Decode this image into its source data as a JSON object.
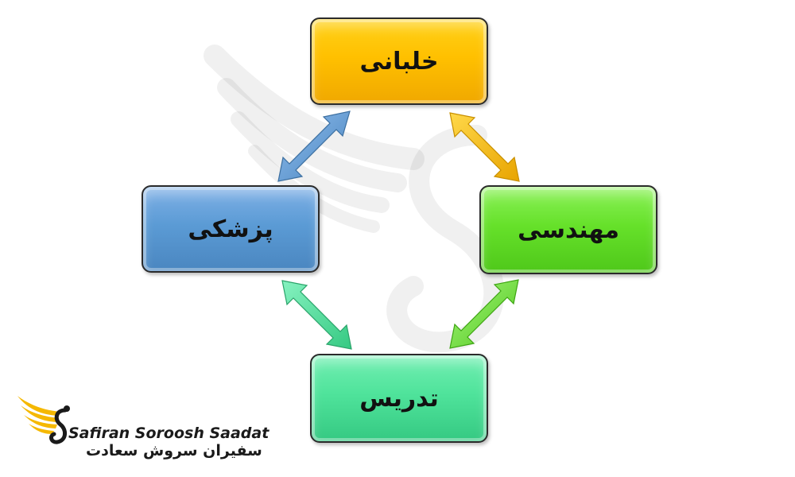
{
  "diagram": {
    "nodes": {
      "top": {
        "label": "خلبانی",
        "color": "#ffc000"
      },
      "left": {
        "label": "پزشکی",
        "color": "#5b9bd5"
      },
      "right": {
        "label": "مهندسی",
        "color": "#66e12a"
      },
      "bottom": {
        "label": "تدریس",
        "color": "#4fe39b"
      }
    },
    "edges": [
      {
        "from": "top",
        "to": "left",
        "style": "double-arrow",
        "color": "#5b9bd5"
      },
      {
        "from": "top",
        "to": "right",
        "style": "double-arrow",
        "color": "#ffc000"
      },
      {
        "from": "left",
        "to": "bottom",
        "style": "double-arrow",
        "color": "#4fe39b"
      },
      {
        "from": "right",
        "to": "bottom",
        "style": "double-arrow",
        "color": "#66e12a"
      }
    ]
  },
  "logo": {
    "name_en": "Safiran Soroosh Saadat",
    "name_fa": "سفیران سروش سعادت",
    "accent_color": "#f5b800"
  },
  "watermark": {
    "icon": "wing-s-watermark-icon"
  }
}
